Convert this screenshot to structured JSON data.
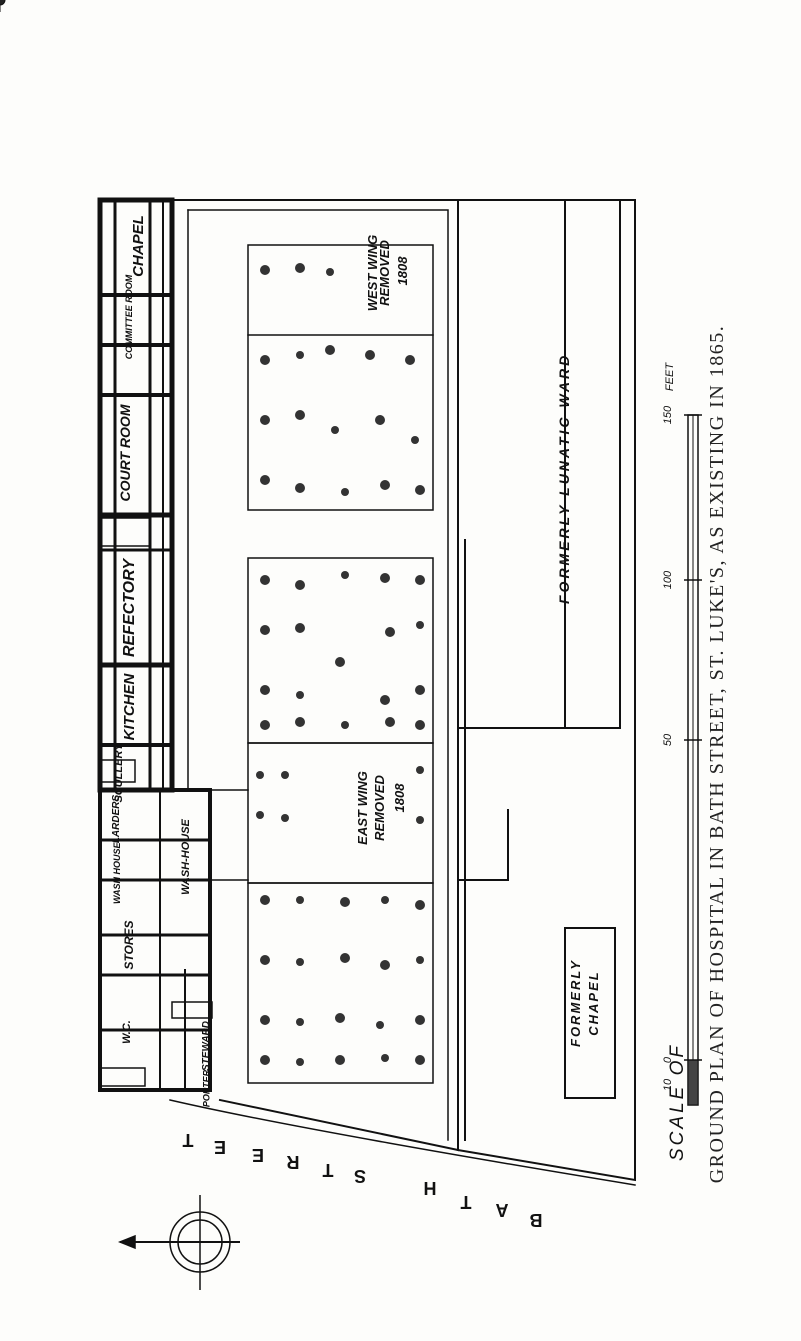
{
  "caption": "GROUND PLAN OF HOSPITAL IN BATH STREET, ST. LUKE'S, AS EXISTING IN 1865.",
  "scale": {
    "title": "SCALE OF",
    "ticks": [
      "10",
      "0",
      "50",
      "100",
      "150"
    ],
    "unit": "FEET"
  },
  "street": {
    "letters": [
      "T",
      "E",
      "E",
      "R",
      "T",
      "S",
      "H",
      "T",
      "A",
      "B"
    ]
  },
  "rooms": {
    "chapel": "CHAPEL",
    "committee_room": "COMMITTEE ROOM",
    "court_room": "COURT ROOM",
    "refectory": "REFECTORY",
    "kitchen": "KITCHEN",
    "scullery": "SCULLERY",
    "larders": "LARDERS",
    "wash_house_small": "WASH HOUSE",
    "wash_house": "WASH-HOUSE",
    "stores": "STORES",
    "wc": "W.C.",
    "steward": "STEWARD",
    "porter": "PORTER"
  },
  "wings": {
    "west": [
      "WEST WING",
      "REMOVED",
      "1808"
    ],
    "east": [
      "EAST WING",
      "REMOVED",
      "1808"
    ]
  },
  "wards": {
    "lunatic": "FORMERLY LUNATIC WARD",
    "chapel": [
      "FORMERLY",
      "CHAPEL"
    ]
  }
}
